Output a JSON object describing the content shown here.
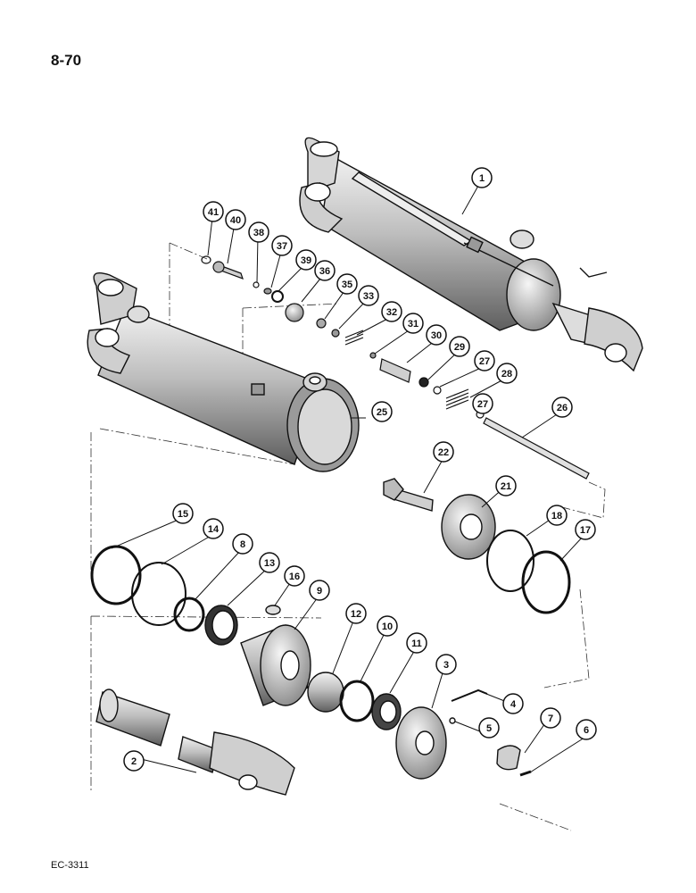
{
  "page_number": "8-70",
  "figure_code": "EC-3311",
  "colors": {
    "ink": "#111111",
    "paper": "#ffffff",
    "shade": "#bdbdbd",
    "dark_shade": "#6e6e6e"
  },
  "callouts": [
    {
      "id": "1",
      "label": "1"
    },
    {
      "id": "2",
      "label": "2"
    },
    {
      "id": "3",
      "label": "3"
    },
    {
      "id": "4",
      "label": "4"
    },
    {
      "id": "5",
      "label": "5"
    },
    {
      "id": "6",
      "label": "6"
    },
    {
      "id": "7",
      "label": "7"
    },
    {
      "id": "8",
      "label": "8"
    },
    {
      "id": "9",
      "label": "9"
    },
    {
      "id": "10",
      "label": "10"
    },
    {
      "id": "11",
      "label": "11"
    },
    {
      "id": "12",
      "label": "12"
    },
    {
      "id": "13",
      "label": "13"
    },
    {
      "id": "14",
      "label": "14"
    },
    {
      "id": "15",
      "label": "15"
    },
    {
      "id": "16",
      "label": "16"
    },
    {
      "id": "17",
      "label": "17"
    },
    {
      "id": "18",
      "label": "18"
    },
    {
      "id": "21",
      "label": "21"
    },
    {
      "id": "22",
      "label": "22"
    },
    {
      "id": "25",
      "label": "25"
    },
    {
      "id": "26",
      "label": "26"
    },
    {
      "id": "27a",
      "label": "27"
    },
    {
      "id": "27b",
      "label": "27"
    },
    {
      "id": "28",
      "label": "28"
    },
    {
      "id": "29",
      "label": "29"
    },
    {
      "id": "30",
      "label": "30"
    },
    {
      "id": "31",
      "label": "31"
    },
    {
      "id": "32",
      "label": "32"
    },
    {
      "id": "33",
      "label": "33"
    },
    {
      "id": "35",
      "label": "35"
    },
    {
      "id": "36",
      "label": "36"
    },
    {
      "id": "37",
      "label": "37"
    },
    {
      "id": "38",
      "label": "38"
    },
    {
      "id": "39",
      "label": "39"
    },
    {
      "id": "40",
      "label": "40"
    },
    {
      "id": "41",
      "label": "41"
    }
  ]
}
